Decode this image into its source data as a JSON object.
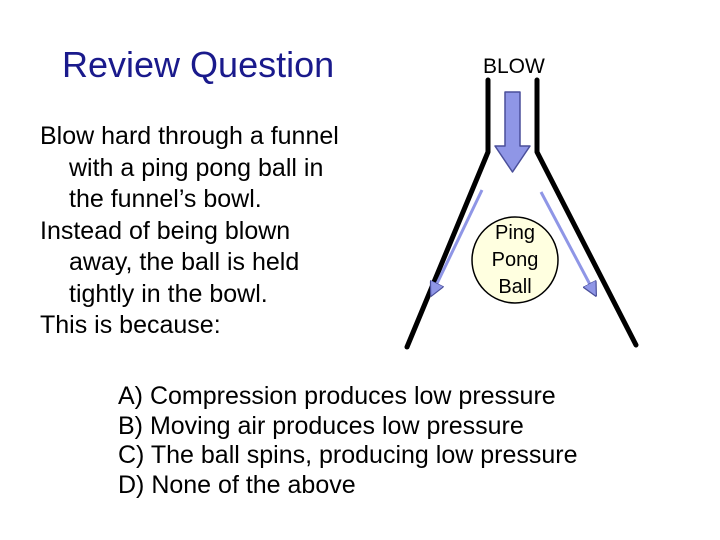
{
  "slide": {
    "title": "Review Question",
    "question_lines": [
      "Blow hard through a funnel",
      "with a ping pong ball in",
      "the funnel’s bowl.",
      "Instead of being blown",
      "away, the ball is held",
      "tightly in the bowl.",
      "This is because:"
    ],
    "options": [
      "A) Compression produces low pressure",
      "B) Moving air produces low pressure",
      "C) The ball spins, producing low pressure",
      "D) None of the above"
    ]
  },
  "diagram": {
    "blow_label": "BLOW",
    "ball_label_lines": [
      "Ping",
      "Pong",
      "Ball"
    ],
    "ball_color": "#ffffe0",
    "arrow_color": "#8f96e6",
    "arrow_stroke_color": "#4a4f9a",
    "funnel_color": "#000000",
    "icons": [
      "down-arrow-icon",
      "air-flow-arrow-icon"
    ]
  }
}
